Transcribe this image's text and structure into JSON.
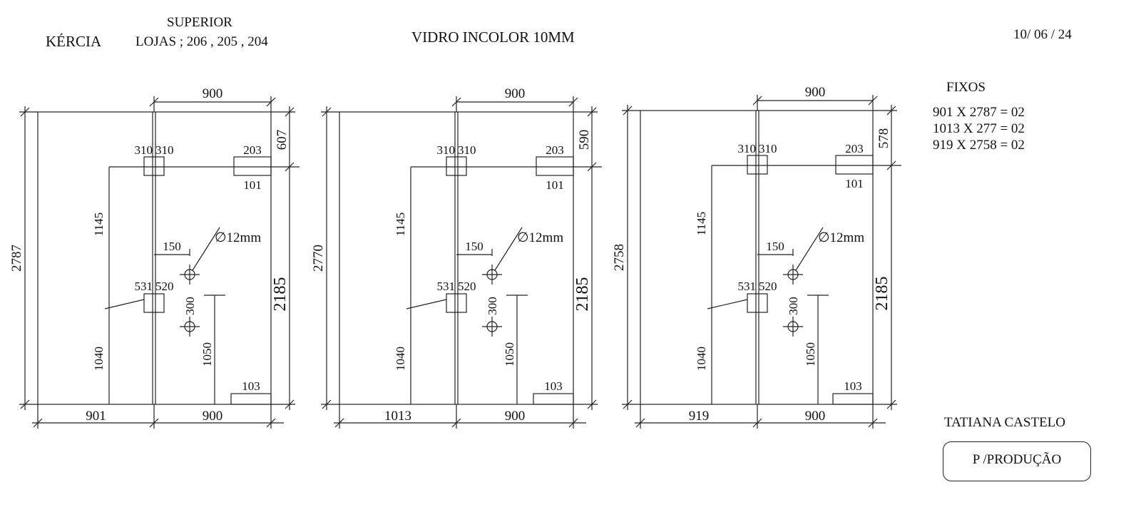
{
  "header": {
    "client": "KÉRCIA",
    "level": "SUPERIOR",
    "stores": "LOJAS ; 206 , 205 , 204",
    "material": "VIDRO INCOLOR 10MM",
    "date": "10/ 06 / 24"
  },
  "fixos": {
    "title": "FIXOS",
    "items": [
      "901 X 2787 = 02",
      "1013 X 277 = 02",
      "919 X 2758 = 02"
    ]
  },
  "signature": {
    "name": "TATIANA CASTELO",
    "stamp": "P /PRODUÇÃO"
  },
  "panels": [
    {
      "left_width": "901",
      "right_width": "900",
      "total_height": "2787",
      "top_right": "607",
      "right_height": "2185",
      "hinge": "310",
      "hinge2": "310",
      "lock_top": "203",
      "lock_bottom": "101",
      "dim_1145": "1145",
      "dim_1040": "1040",
      "hole": "∅12mm",
      "dim_150": "150",
      "lower_left": "531",
      "lower_right": "520",
      "dim_300": "300",
      "dim_1050": "1050",
      "foot": "103"
    },
    {
      "left_width": "1013",
      "right_width": "900",
      "total_height": "2770",
      "top_right": "590",
      "right_height": "2185",
      "hinge": "310",
      "hinge2": "310",
      "lock_top": "203",
      "lock_bottom": "101",
      "dim_1145": "1145",
      "dim_1040": "1040",
      "hole": "∅12mm",
      "dim_150": "150",
      "lower_left": "531",
      "lower_right": "520",
      "dim_300": "300",
      "dim_1050": "1050",
      "foot": "103"
    },
    {
      "left_width": "919",
      "right_width": "900",
      "total_height": "2758",
      "top_right": "578",
      "right_height": "2185",
      "hinge": "310",
      "hinge2": "310",
      "lock_top": "203",
      "lock_bottom": "101",
      "dim_1145": "1145",
      "dim_1040": "1040",
      "hole": "∅12mm",
      "dim_150": "150",
      "lower_left": "531",
      "lower_right": "520",
      "dim_300": "300",
      "dim_1050": "1050",
      "foot": "103"
    }
  ]
}
